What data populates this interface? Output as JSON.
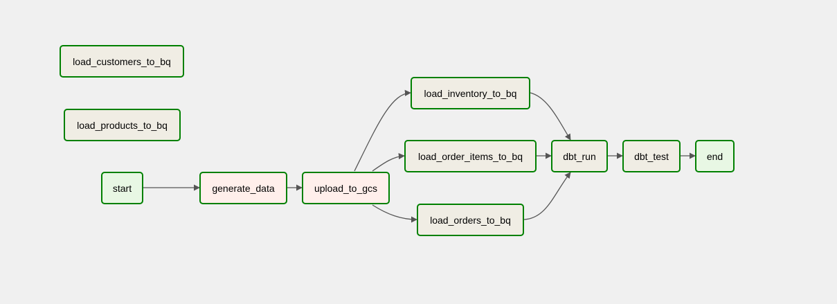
{
  "dag": {
    "nodes": [
      {
        "id": "load_customers_to_bq",
        "label": "load_customers_to_bq",
        "fill": "#f0ede4"
      },
      {
        "id": "load_products_to_bq",
        "label": "load_products_to_bq",
        "fill": "#f0ede4"
      },
      {
        "id": "start",
        "label": "start",
        "fill": "#e8f7e4"
      },
      {
        "id": "generate_data",
        "label": "generate_data",
        "fill": "#ffefeb"
      },
      {
        "id": "upload_to_gcs",
        "label": "upload_to_gcs",
        "fill": "#ffefeb"
      },
      {
        "id": "load_inventory_to_bq",
        "label": "load_inventory_to_bq",
        "fill": "#f0ede4"
      },
      {
        "id": "load_order_items_to_bq",
        "label": "load_order_items_to_bq",
        "fill": "#f0ede4"
      },
      {
        "id": "load_orders_to_bq",
        "label": "load_orders_to_bq",
        "fill": "#f0ede4"
      },
      {
        "id": "dbt_run",
        "label": "dbt_run",
        "fill": "#f0ede4"
      },
      {
        "id": "dbt_test",
        "label": "dbt_test",
        "fill": "#f0ede4"
      },
      {
        "id": "end",
        "label": "end",
        "fill": "#e8f7e4"
      }
    ],
    "edges": [
      {
        "from": "start",
        "to": "generate_data"
      },
      {
        "from": "generate_data",
        "to": "upload_to_gcs"
      },
      {
        "from": "upload_to_gcs",
        "to": "load_inventory_to_bq"
      },
      {
        "from": "upload_to_gcs",
        "to": "load_order_items_to_bq"
      },
      {
        "from": "upload_to_gcs",
        "to": "load_orders_to_bq"
      },
      {
        "from": "load_inventory_to_bq",
        "to": "dbt_run"
      },
      {
        "from": "load_order_items_to_bq",
        "to": "dbt_run"
      },
      {
        "from": "load_orders_to_bq",
        "to": "dbt_run"
      },
      {
        "from": "dbt_run",
        "to": "dbt_test"
      },
      {
        "from": "dbt_test",
        "to": "end"
      }
    ],
    "colors": {
      "node_border": "#008000",
      "edge": "#555555",
      "background": "#f0f0f0"
    }
  }
}
